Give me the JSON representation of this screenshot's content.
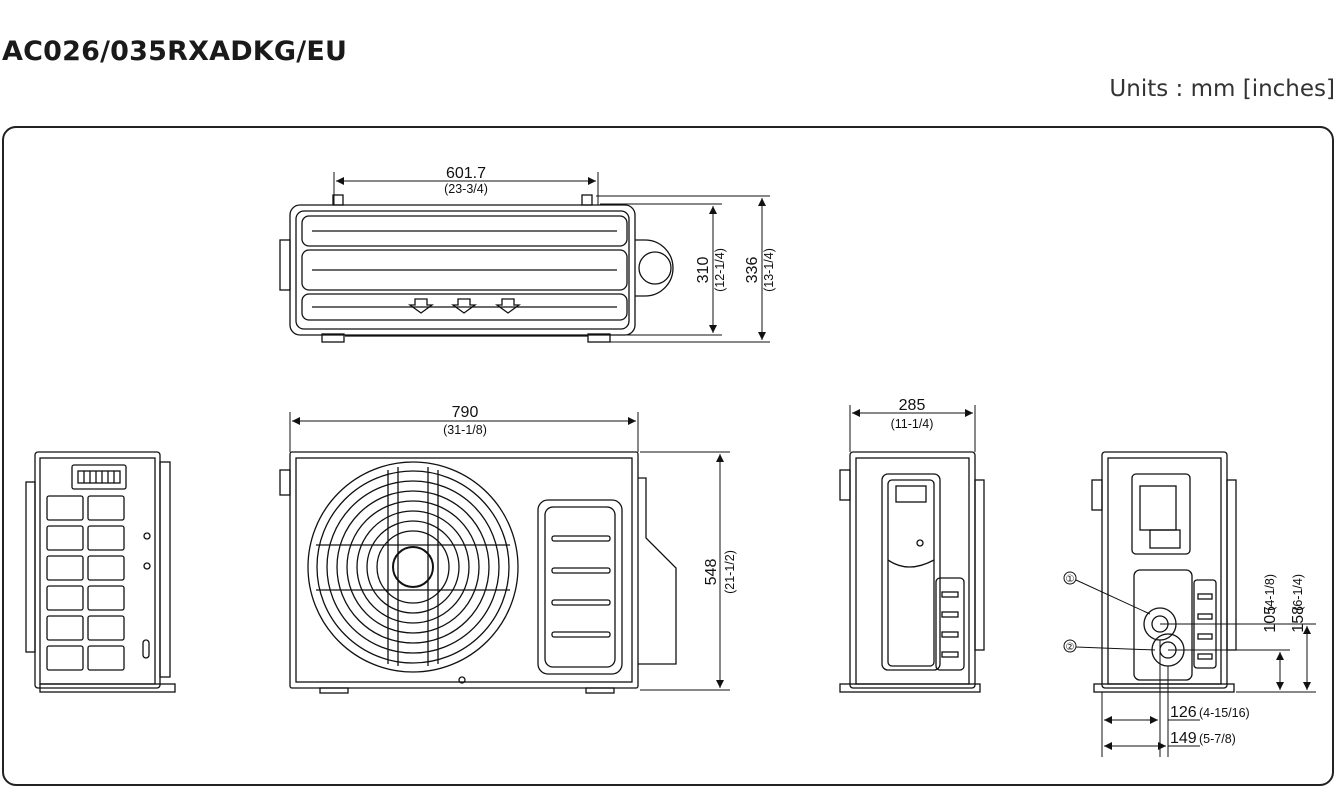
{
  "title": "AC026/035RXADKG/EU",
  "units": "Units : mm [inches]",
  "dimensions": {
    "top_width": "601.7",
    "top_width_in": "(23-3/4)",
    "top_depth_a": "310",
    "top_depth_a_in": "(12-1/4)",
    "top_depth_b": "336",
    "top_depth_b_in": "(13-1/4)",
    "front_width": "790",
    "front_width_in": "(31-1/8)",
    "front_height": "548",
    "front_height_in": "(21-1/2)",
    "side_width": "285",
    "side_width_in": "(11-1/4)",
    "pipe_h1": "105",
    "pipe_h1_in": "(4-1/8)",
    "pipe_h2": "158",
    "pipe_h2_in": "(6-1/4)",
    "pipe_w1": "126",
    "pipe_w1_in": "(4-15/16)",
    "pipe_w2": "149",
    "pipe_w2_in": "(5-7/8)"
  },
  "callouts": [
    "①",
    "②"
  ],
  "colors": {
    "line": "#111111",
    "frame": "#222222"
  }
}
